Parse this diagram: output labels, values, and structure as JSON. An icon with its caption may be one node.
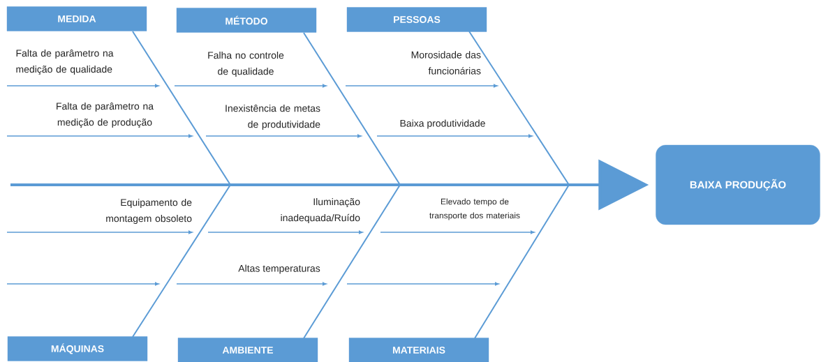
{
  "diagram": {
    "nodes": [
      {
        "text": [
          "MEDIDA"
        ]
      },
      {
        "text": [
          "MÉTODO"
        ]
      },
      {
        "text": [
          "PESSOAS"
        ]
      },
      {
        "text": [
          "BAIXA PRODUÇÃO"
        ]
      },
      {
        "text": [
          "MÁQUINAS"
        ]
      },
      {
        "text": [
          "AMBIENTE"
        ]
      },
      {
        "text": [
          "MATERIAIS"
        ]
      }
    ],
    "edges": [
      {
        "from": null,
        "to": 3,
        "arrow": "to",
        "style": "thick"
      },
      {
        "from": 0,
        "to": null,
        "arrow": "none"
      },
      {
        "from": 1,
        "to": null,
        "arrow": "none"
      },
      {
        "from": 2,
        "to": null,
        "arrow": "none"
      },
      {
        "from": 4,
        "to": null,
        "arrow": "none"
      },
      {
        "from": 5,
        "to": null,
        "arrow": "none"
      },
      {
        "from": 6,
        "to": null,
        "arrow": "none"
      }
    ],
    "labels": [
      "Falta de parâmetro na medição de qualidade",
      "Falha no controle de qualidade",
      "Morosidade das funcionárias",
      "Falta de parâmetro na medição de produção",
      "Inexistência de metas de produtividade",
      "Baixa produtividade",
      "Equipamento de montagem obsoleto",
      "Iluminação inadequada/Ruído",
      "Elevado tempo de transporte dos materiais",
      "Altas temperaturas"
    ]
  }
}
